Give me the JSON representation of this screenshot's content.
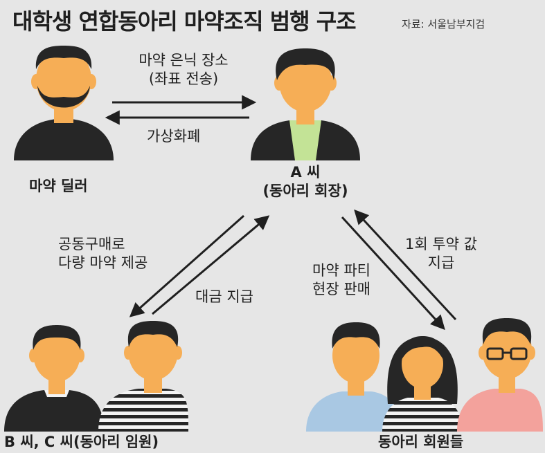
{
  "title": "대학생 연합동아리 마약조직 범행 구조",
  "source": "자료: 서울남부지검",
  "nodes": {
    "dealer": "마약 딜러",
    "a_line1": "A 씨",
    "a_line2": "(동아리 회장)",
    "bc": "B 씨, C 씨(동아리 임원)",
    "members": "동아리 회원들"
  },
  "edges": {
    "dealer_to_a_line1": "마약 은닉 장소",
    "dealer_to_a_line2": "(좌표 전송)",
    "a_to_dealer": "가상화폐",
    "a_to_bc_line1": "공동구매로",
    "a_to_bc_line2": "다량 마약 제공",
    "bc_to_a": "대금 지급",
    "a_to_members_line1": "마약 파티",
    "a_to_members_line2": "현장 판매",
    "members_to_a_line1": "1회 투약 값",
    "members_to_a_line2": "지급"
  },
  "colors": {
    "background": "#e6e6e6",
    "skin": "#f6ae56",
    "hair": "#262626",
    "suit": "#262626",
    "a_shirt": "#c3e396",
    "member_blue": "#a9c8e3",
    "member_pink": "#f3a29c",
    "stripe_light": "#f4f4f4"
  }
}
